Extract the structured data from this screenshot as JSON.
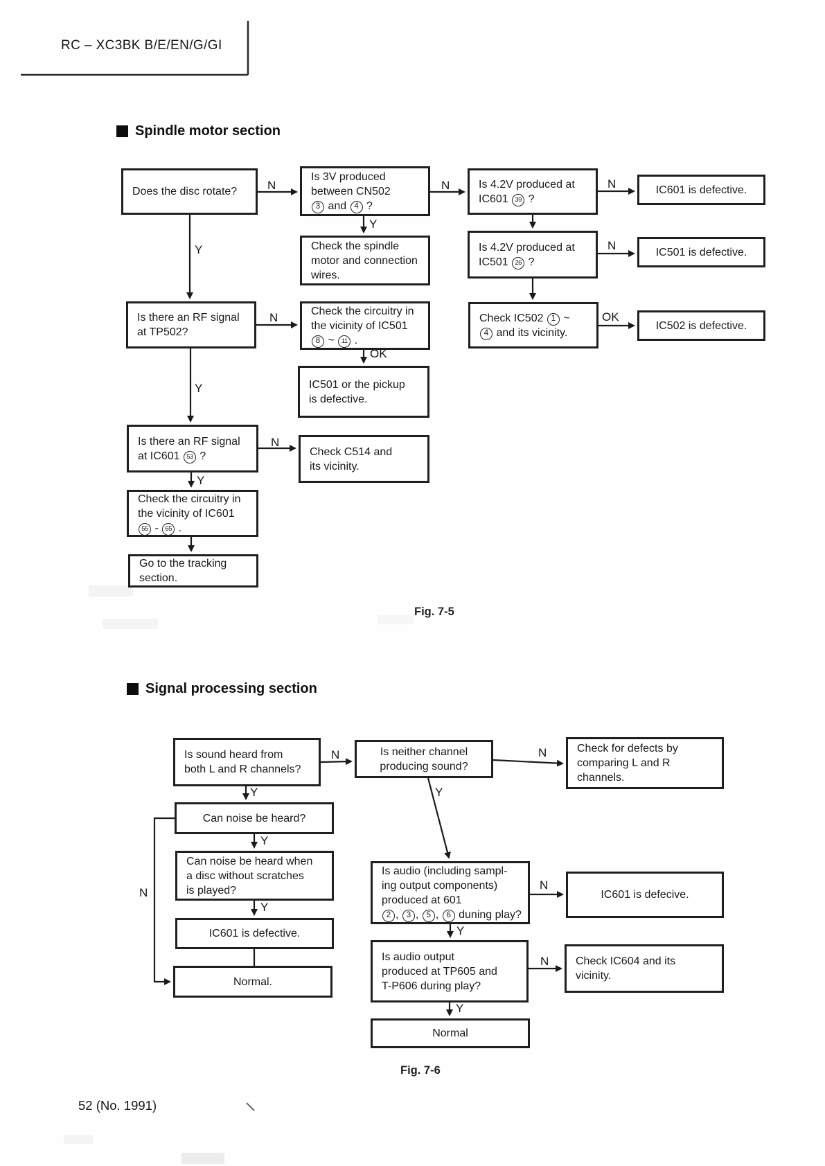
{
  "page": {
    "model": "RC – XC3BK B/E/EN/G/GI",
    "page_number": "52 (No. 1991)"
  },
  "sections": {
    "spindle": {
      "title": "Spindle motor section",
      "fig_caption": "Fig. 7-5"
    },
    "signal": {
      "title": "Signal processing section",
      "fig_caption": "Fig. 7-6"
    }
  },
  "edge_labels": {
    "y": "Y",
    "n": "N",
    "ok": "OK"
  },
  "boxes": {
    "s1": {
      "segments": [
        {
          "t": "Does the disc rotate?"
        }
      ]
    },
    "s2": {
      "segments": [
        {
          "t": "Is 3V produced"
        },
        {
          "br": true
        },
        {
          "t": "between CN502"
        },
        {
          "br": true
        },
        {
          "c": "3"
        },
        {
          "t": " and "
        },
        {
          "c": "4"
        },
        {
          "t": " ?"
        }
      ]
    },
    "s3": {
      "segments": [
        {
          "t": "Is 4.2V produced at"
        },
        {
          "br": true
        },
        {
          "t": "IC601 "
        },
        {
          "c": "39"
        },
        {
          "t": " ?"
        }
      ]
    },
    "s4": {
      "segments": [
        {
          "t": "IC601 is defective."
        }
      ]
    },
    "s5": {
      "segments": [
        {
          "t": "Check the spindle"
        },
        {
          "br": true
        },
        {
          "t": "motor and connection"
        },
        {
          "br": true
        },
        {
          "t": "wires."
        }
      ]
    },
    "s6": {
      "segments": [
        {
          "t": "Is 4.2V produced at"
        },
        {
          "br": true
        },
        {
          "t": "IC501 "
        },
        {
          "c": "26"
        },
        {
          "t": " ?"
        }
      ]
    },
    "s7": {
      "segments": [
        {
          "t": "IC501 is defective."
        }
      ]
    },
    "s8": {
      "segments": [
        {
          "t": "Check IC502 "
        },
        {
          "c": "1"
        },
        {
          "t": "  ~"
        },
        {
          "br": true
        },
        {
          "c": "4"
        },
        {
          "t": " and its vicinity."
        }
      ]
    },
    "s9": {
      "segments": [
        {
          "t": "IC502 is defective."
        }
      ]
    },
    "s10": {
      "segments": [
        {
          "t": "Is there an RF signal"
        },
        {
          "br": true
        },
        {
          "t": "at TP502?"
        }
      ]
    },
    "s11": {
      "segments": [
        {
          "t": "Check the circuitry in"
        },
        {
          "br": true
        },
        {
          "t": "the vicinity of IC501"
        },
        {
          "br": true
        },
        {
          "c": "8"
        },
        {
          "t": " ~ "
        },
        {
          "c": "11"
        },
        {
          "t": " ."
        }
      ]
    },
    "s12": {
      "segments": [
        {
          "t": "IC501 or the pickup"
        },
        {
          "br": true
        },
        {
          "t": "is defective."
        }
      ]
    },
    "s13": {
      "segments": [
        {
          "t": "Is there an RF signal"
        },
        {
          "br": true
        },
        {
          "t": "at IC601 "
        },
        {
          "c": "53"
        },
        {
          "t": " ?"
        }
      ]
    },
    "s14": {
      "segments": [
        {
          "t": "Check C514 and"
        },
        {
          "br": true
        },
        {
          "t": "its vicinity."
        }
      ]
    },
    "s15": {
      "segments": [
        {
          "t": "Check the circuitry in"
        },
        {
          "br": true
        },
        {
          "t": "the vicinity of IC601"
        },
        {
          "br": true
        },
        {
          "c": "55"
        },
        {
          "t": " - "
        },
        {
          "c": "65"
        },
        {
          "t": " ."
        }
      ]
    },
    "s16": {
      "segments": [
        {
          "t": "Go to the tracking"
        },
        {
          "br": true
        },
        {
          "t": "section."
        }
      ]
    },
    "g1": {
      "segments": [
        {
          "t": "Is sound heard from"
        },
        {
          "br": true
        },
        {
          "t": "both L and R channels?"
        }
      ]
    },
    "g2": {
      "segments": [
        {
          "t": "Is neither channel"
        },
        {
          "br": true
        },
        {
          "t": "producing sound?"
        }
      ]
    },
    "g3": {
      "segments": [
        {
          "t": "Check for defects by"
        },
        {
          "br": true
        },
        {
          "t": "comparing L and R"
        },
        {
          "br": true
        },
        {
          "t": "channels."
        }
      ]
    },
    "g4": {
      "segments": [
        {
          "t": "Can noise be heard?"
        }
      ]
    },
    "g5": {
      "segments": [
        {
          "t": "Can noise be heard when"
        },
        {
          "br": true
        },
        {
          "t": "a disc without scratches"
        },
        {
          "br": true
        },
        {
          "t": "is played?"
        }
      ]
    },
    "g6": {
      "segments": [
        {
          "t": "IC601 is defective."
        }
      ]
    },
    "g7": {
      "segments": [
        {
          "t": "Normal."
        }
      ]
    },
    "g8": {
      "segments": [
        {
          "t": "Is audio (including sampl-"
        },
        {
          "br": true
        },
        {
          "t": "ing output components)"
        },
        {
          "br": true
        },
        {
          "t": "produced at 601"
        },
        {
          "br": true
        },
        {
          "c": "2"
        },
        {
          "t": ", "
        },
        {
          "c": "3"
        },
        {
          "t": ", "
        },
        {
          "c": "5"
        },
        {
          "t": ", "
        },
        {
          "c": "6"
        },
        {
          "t": " duning play?"
        }
      ]
    },
    "g9": {
      "segments": [
        {
          "t": "IC601 is defecive."
        }
      ]
    },
    "g10": {
      "segments": [
        {
          "t": "Is audio output"
        },
        {
          "br": true
        },
        {
          "t": "produced at TP605 and"
        },
        {
          "br": true
        },
        {
          "t": "T-P606 during play?"
        }
      ]
    },
    "g11": {
      "segments": [
        {
          "t": "Check IC604 and its"
        },
        {
          "br": true
        },
        {
          "t": "vicinity."
        }
      ]
    },
    "g12": {
      "segments": [
        {
          "t": "Normal"
        }
      ]
    }
  }
}
